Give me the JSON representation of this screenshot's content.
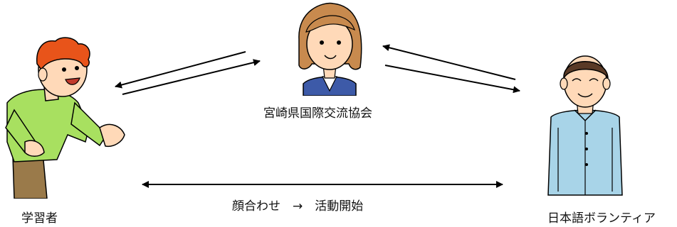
{
  "diagram": {
    "nodes": {
      "learner": {
        "label": "学習者",
        "icon": "learner-person-icon"
      },
      "association": {
        "label": "宮崎県国際交流協会",
        "icon": "staff-person-icon"
      },
      "volunteer": {
        "label": "日本語ボランティア",
        "icon": "volunteer-person-icon"
      }
    },
    "flow_label": "顔合わせ　→　活動開始",
    "colors": {
      "learner_shirt": "#a8e060",
      "learner_hair": "#e8541a",
      "learner_pants": "#9a7a4a",
      "skin": "#ffd9b8",
      "staff_hair": "#c88a4e",
      "staff_vest": "#3d5aa8",
      "volunteer_shirt": "#a8d4e8",
      "volunteer_hair": "#5a3a26",
      "line": "#000000"
    }
  }
}
